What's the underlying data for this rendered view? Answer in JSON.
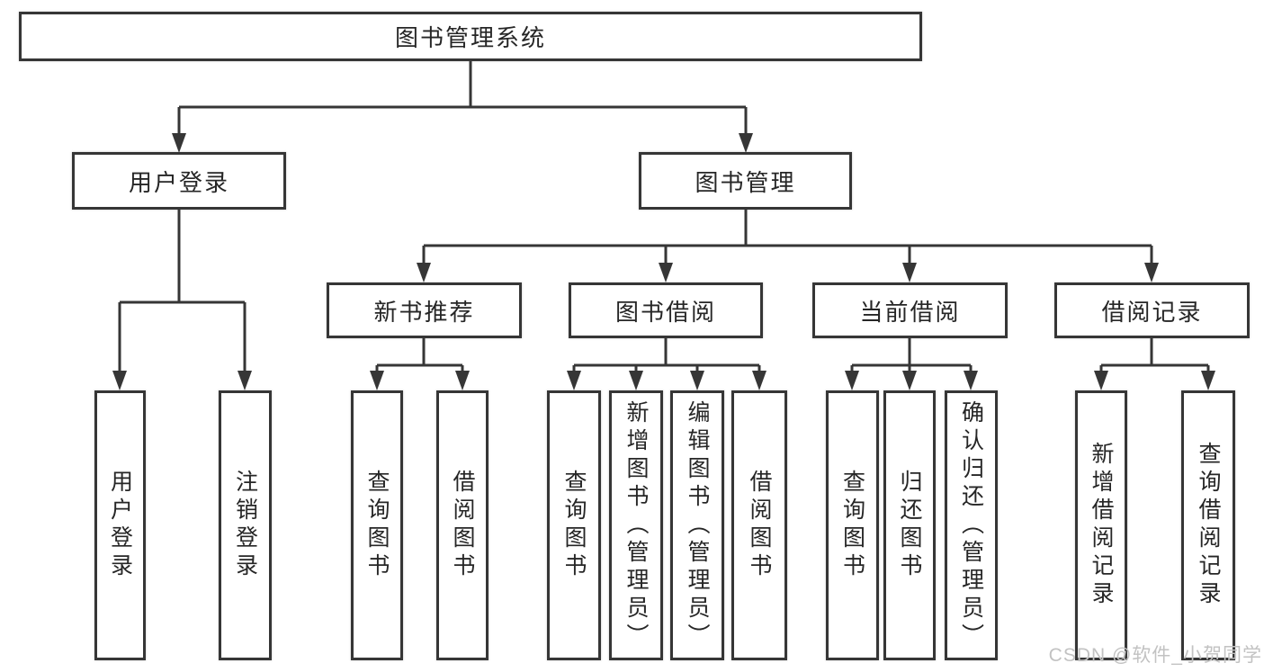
{
  "tree": {
    "label": "图书管理系统",
    "children": [
      {
        "label": "用户登录",
        "children": [
          {
            "label": "用户登录"
          },
          {
            "label": "注销登录"
          }
        ]
      },
      {
        "label": "图书管理",
        "children": [
          {
            "label": "新书推荐",
            "children": [
              {
                "label": "查询图书"
              },
              {
                "label": "借阅图书"
              }
            ]
          },
          {
            "label": "图书借阅",
            "children": [
              {
                "label": "查询图书"
              },
              {
                "label": "新增图书（管理员）"
              },
              {
                "label": "编辑图书（管理员）"
              },
              {
                "label": "借阅图书"
              }
            ]
          },
          {
            "label": "当前借阅",
            "children": [
              {
                "label": "查询图书"
              },
              {
                "label": "归还图书"
              },
              {
                "label": "确认归还（管理员）"
              }
            ]
          },
          {
            "label": "借阅记录",
            "children": [
              {
                "label": "新增借阅记录"
              },
              {
                "label": "查询借阅记录"
              }
            ]
          }
        ]
      }
    ]
  },
  "watermark": "CSDN @软件_小贺同学",
  "colors": {
    "line": "#363636",
    "box_fill": "#ffffff",
    "text": "#262626",
    "watermark": "#c2c2c2",
    "background": "#ffffff"
  }
}
